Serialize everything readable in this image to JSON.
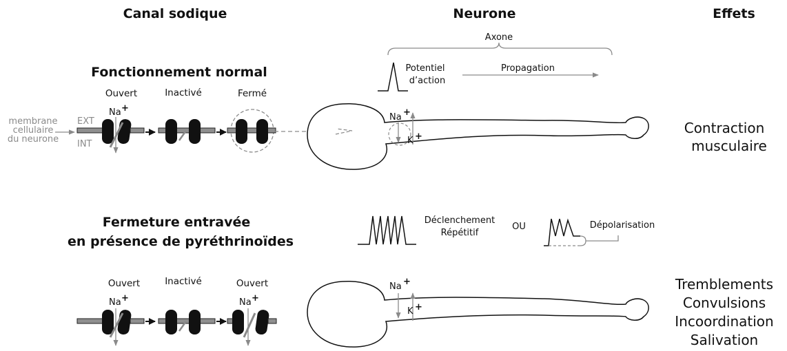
{
  "headers": {
    "canal": "Canal sodique",
    "neurone": "Neurone",
    "effets": "Effets"
  },
  "neuron": {
    "axone": "Axone",
    "potentiel_1": "Potentiel",
    "potentiel_2": "d’action",
    "propagation": "Propagation"
  },
  "ions": {
    "na": "Na",
    "k": "K",
    "plus": "+"
  },
  "normal": {
    "title": "Fonctionnement normal",
    "states": [
      "Ouvert",
      "Inactivé",
      "Fermé"
    ],
    "membrane_1": "membrane",
    "membrane_2": "cellulaire",
    "membrane_3": "du neurone",
    "ext": "EXT",
    "int": "INT",
    "effects": [
      "Contraction",
      "musculaire"
    ]
  },
  "pyrethroid": {
    "title_1": "Fermeture entravée",
    "title_2": "en présence de pyréthrinoïdes",
    "repetitive_1": "Déclenchement",
    "repetitive_2": "Répétitif",
    "ou": "OU",
    "depolarisation": "Dépolarisation",
    "states": [
      "Ouvert",
      "Inactivé",
      "Ouvert"
    ],
    "effects": [
      "Tremblements",
      "Convulsions",
      "Incoordination",
      "Salivation"
    ]
  },
  "colors": {
    "ink": "#111111",
    "grey": "#8a8a8a",
    "membrane": "#8f8f8f"
  }
}
